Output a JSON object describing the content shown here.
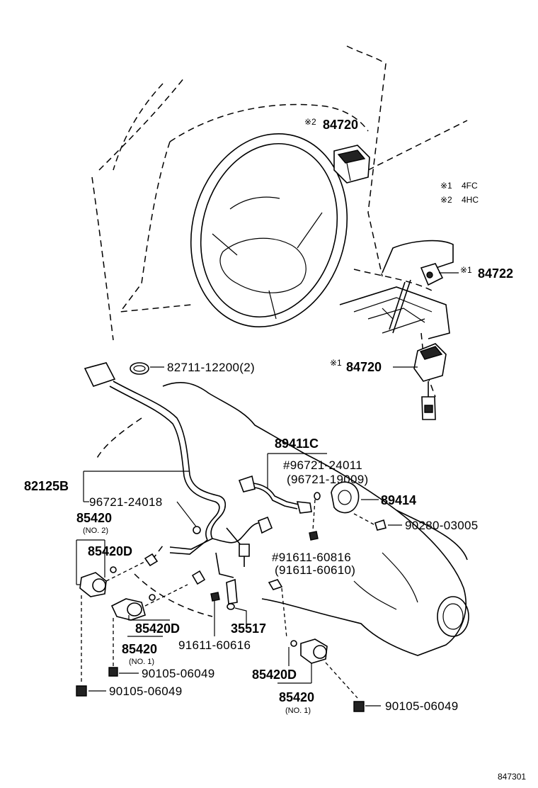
{
  "notes": {
    "note1_mark": "※1",
    "note1_text": "4FC",
    "note2_mark": "※2",
    "note2_text": "4HC"
  },
  "labels": {
    "p84720_top_mark": "※2",
    "p84720_top": "84720",
    "p84722_mark": "※1",
    "p84722": "84722",
    "p84720_mid_mark": "※1",
    "p84720_mid": "84720",
    "p82711": "82711-12200(2)",
    "p89411c": "89411C",
    "p96721_24011": "#96721-24011",
    "p96721_19009": "(96721-19009)",
    "p82125b": "82125B",
    "p96721_24018": "96721-24018",
    "p89414": "89414",
    "p90280": "90280-03005",
    "p85420_a": "85420",
    "p85420_a_sub": "(NO. 2)",
    "p85420d_a": "85420D",
    "p91611_60816": "#91611-60816",
    "p91611_60610": "(91611-60610)",
    "p85420d_b": "85420D",
    "p35517": "35517",
    "p85420_b": "85420",
    "p85420_b_sub": "(NO. 1)",
    "p91611_60616": "91611-60616",
    "p90105_a": "90105-06049",
    "p90105_b": "90105-06049",
    "p85420d_c": "85420D",
    "p85420_c": "85420",
    "p85420_c_sub": "(NO. 1)",
    "p90105_c": "90105-06049",
    "diagram_id": "847301"
  }
}
